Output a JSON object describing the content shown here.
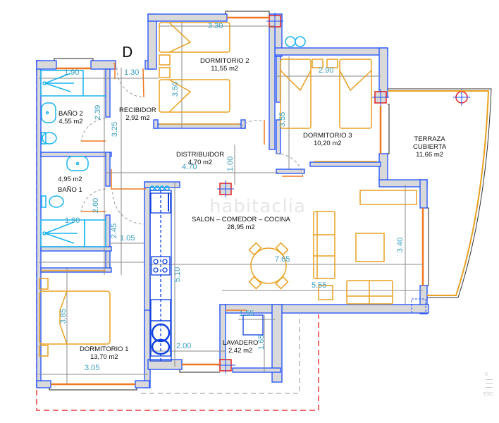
{
  "plan": {
    "unit_letter": "D",
    "watermark": "habitaclia",
    "colors": {
      "wall_fill": "#d9d9d9",
      "wall_outline": "#1f4fff",
      "furniture": "#e8a020",
      "window": "#f07820",
      "dimension_text": "#3a9ec0",
      "boundary_dashed": "#e83c3c",
      "sanitary": "#18b4f0",
      "kitchen": "#1040e0",
      "column_marker": "#e02020"
    },
    "rooms": [
      {
        "id": "bano2",
        "name": "BAÑO 2",
        "area": "4,55 m2"
      },
      {
        "id": "recibidor",
        "name": "RECIBIDOR",
        "area": "2,92 m2"
      },
      {
        "id": "dormitorio2",
        "name": "DORMITORIO 2",
        "area": "11,55 m2"
      },
      {
        "id": "dormitorio3",
        "name": "DORMITORIO 3",
        "area": "10,20 m2"
      },
      {
        "id": "terraza",
        "name": "TERRAZA",
        "name2": "CUBIERTA",
        "area": "11,66 m2"
      },
      {
        "id": "distribuidor",
        "name": "DISTRIBUIDOR",
        "area": "4,70 m2"
      },
      {
        "id": "bano1",
        "name": "BAÑO 1",
        "area": "4,95 m2"
      },
      {
        "id": "salon",
        "name": "SALON  –  COMEDOR  –  COCINA",
        "area": "28,95 m2"
      },
      {
        "id": "dormitorio1",
        "name": "DORMITORIO 1",
        "area": "13,70 m2"
      },
      {
        "id": "lavadero",
        "name": "LAVADERO",
        "area": "2,42 m2"
      }
    ],
    "dimensions": {
      "bano2_width": "1.90",
      "bano2_height": "2.39",
      "recibidor_width": "1.30",
      "recibidor_height": "3.25",
      "dorm2_width": "3.30",
      "dorm2_height": "3.50",
      "dorm3_width": "2.90",
      "dorm3_height": "3.55",
      "distribuidor_width": "4.70",
      "distribuidor_height": "1.00",
      "bano1_width": "1.90",
      "bano1_height": "2.60",
      "hall_height": "2.45",
      "hall_width": "1.05",
      "kitchen_length": "5.10",
      "salon_width": "7.65",
      "salon_inner_width": "5.55",
      "salon_height": "3.40",
      "dorm1_height": "3.85",
      "dorm1_width": "3.05",
      "kitchen_width": "2.00",
      "lavadero_width": "1.55",
      "lavadero_height": "1.65"
    },
    "viewer": {
      "zoom_value": "0",
      "esc_label": "ESC"
    }
  }
}
